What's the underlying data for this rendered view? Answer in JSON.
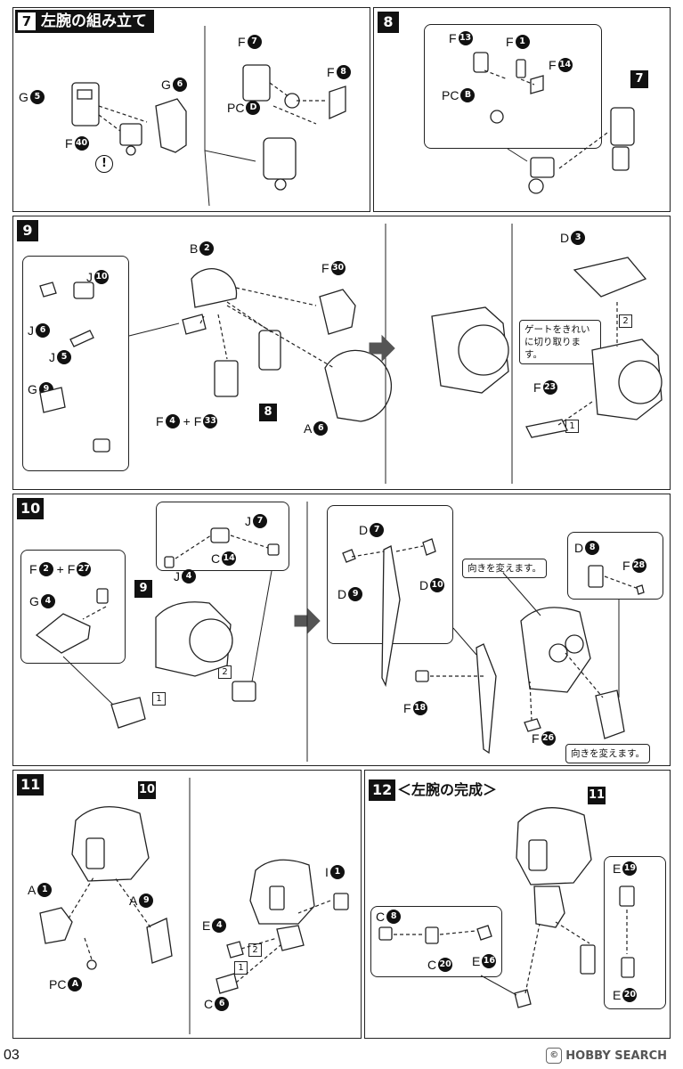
{
  "step7": {
    "num": "7",
    "title": "左腕の組み立て",
    "labels": {
      "g5": {
        "prefix": "G",
        "n": "5"
      },
      "g6": {
        "prefix": "G",
        "n": "6"
      },
      "f40": {
        "prefix": "F",
        "n": "40"
      },
      "f7": {
        "prefix": "F",
        "n": "7"
      },
      "f8": {
        "prefix": "F",
        "n": "8"
      },
      "pcd": {
        "prefix": "PC",
        "n": "D"
      }
    },
    "warn": "!"
  },
  "step8": {
    "num": "8",
    "ref": "7",
    "labels": {
      "f13": {
        "prefix": "F",
        "n": "13"
      },
      "f1": {
        "prefix": "F",
        "n": "1"
      },
      "f14": {
        "prefix": "F",
        "n": "14"
      },
      "pcb": {
        "prefix": "PC",
        "n": "B"
      }
    }
  },
  "step9": {
    "num": "9",
    "ref": "8",
    "labels": {
      "j10": {
        "prefix": "J",
        "n": "10"
      },
      "j6": {
        "prefix": "J",
        "n": "6"
      },
      "j5": {
        "prefix": "J",
        "n": "5"
      },
      "g9": {
        "prefix": "G",
        "n": "9"
      },
      "b2": {
        "prefix": "B",
        "n": "2"
      },
      "f30": {
        "prefix": "F",
        "n": "30"
      },
      "f4": {
        "prefix": "F",
        "n": "4"
      },
      "f33": {
        "prefix": "F",
        "n": "33"
      },
      "a6": {
        "prefix": "A",
        "n": "6"
      },
      "d3": {
        "prefix": "D",
        "n": "3"
      },
      "f23": {
        "prefix": "F",
        "n": "23"
      }
    },
    "plus": "+",
    "note": "ゲートをきれいに切り取ります。",
    "sq1": "1",
    "sq2": "2"
  },
  "step10": {
    "num": "10",
    "ref": "9",
    "labels": {
      "f2": {
        "prefix": "F",
        "n": "2"
      },
      "f27": {
        "prefix": "F",
        "n": "27"
      },
      "g4": {
        "prefix": "G",
        "n": "4"
      },
      "j7": {
        "prefix": "J",
        "n": "7"
      },
      "c14": {
        "prefix": "C",
        "n": "14"
      },
      "j4": {
        "prefix": "J",
        "n": "4"
      },
      "d7": {
        "prefix": "D",
        "n": "7"
      },
      "d9": {
        "prefix": "D",
        "n": "9"
      },
      "d10": {
        "prefix": "D",
        "n": "10"
      },
      "f18": {
        "prefix": "F",
        "n": "18"
      },
      "f26": {
        "prefix": "F",
        "n": "26"
      },
      "d8": {
        "prefix": "D",
        "n": "8"
      },
      "f28": {
        "prefix": "F",
        "n": "28"
      }
    },
    "plus": "+",
    "note1": "向きを変えます。",
    "note2": "向きを変えます。",
    "sq1": "1",
    "sq2": "2"
  },
  "step11": {
    "num": "11",
    "ref": "10",
    "labels": {
      "a1": {
        "prefix": "A",
        "n": "1"
      },
      "a9": {
        "prefix": "A",
        "n": "9"
      },
      "pca": {
        "prefix": "PC",
        "n": "A"
      },
      "i1": {
        "prefix": "I",
        "n": "1"
      },
      "e4": {
        "prefix": "E",
        "n": "4"
      },
      "c6": {
        "prefix": "C",
        "n": "6"
      }
    },
    "sq1": "1",
    "sq2": "2"
  },
  "step12": {
    "num": "12",
    "title": "＜左腕の完成＞",
    "ref": "11",
    "labels": {
      "c8": {
        "prefix": "C",
        "n": "8"
      },
      "c20": {
        "prefix": "C",
        "n": "20"
      },
      "e16": {
        "prefix": "E",
        "n": "16"
      },
      "e19": {
        "prefix": "E",
        "n": "19"
      },
      "e20": {
        "prefix": "E",
        "n": "20"
      }
    }
  },
  "footer": {
    "page": "03",
    "watermark": "HOBBY SEARCH",
    "logo_text": "©"
  }
}
